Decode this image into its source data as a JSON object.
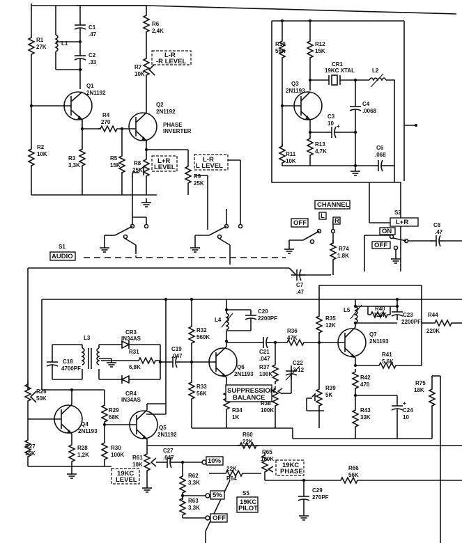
{
  "labels": {
    "r1": "R1",
    "r1v": "27K",
    "l1": "L1",
    "c1": "C1",
    "c1v": ".47",
    "c2": "C2",
    "c2v": ".33",
    "r6": "R6",
    "r6v": "2,4K",
    "box_lr_level": "L-R",
    "box_lr_level2": "-R LEVEL",
    "r7": "R7",
    "r7v": "10K",
    "q1": "Q1",
    "q1v": "2N1192",
    "q2": "Q2",
    "q2v": "2N1192",
    "phase": "PHASE",
    "inverter": "INVERTER",
    "r4": "R4",
    "r4v": "270",
    "r2": "R2",
    "r2v": "10K",
    "r3": "R3",
    "r3v": "3,3K",
    "r5": "R5",
    "r5v": "15K",
    "r8": "R8",
    "r8v": "25K",
    "box_lplusr": "L+R",
    "box_lplusr2": "LEVEL",
    "box_lminr_l": "L-R",
    "box_lminr_l2": "L LEVEL",
    "r9": "R9",
    "r9v": "25K",
    "r10": "R10",
    "r10v": "56K",
    "r12": "R12",
    "r12v": "15K",
    "cr1": "CR1",
    "cr1v": "19KC XTAL",
    "l2": "L2",
    "q3": "Q3",
    "q3v": "2N1193",
    "c3": "C3",
    "c3v": "10",
    "c4": "C4",
    "c4v": ".0068",
    "r13": "R13",
    "r13v": "4,7K",
    "r11": "R11",
    "r11v": "10K",
    "c6": "C6",
    "c6v": ".068",
    "channel": "CHANNEL",
    "ch_l": "L",
    "ch_r": "R",
    "s2": "S2",
    "box_s2": "L+R",
    "on": "ON",
    "off_s2": "OFF",
    "c8": "C8",
    "c8v": ".47",
    "s1": "S1",
    "audio": "AUDIO",
    "off_top": "OFF",
    "r74": "R74",
    "r74v": "1.8K",
    "c7": "C7",
    "c7v": ".47",
    "l3": "L3",
    "cr3": "CR3",
    "cr3v": "IN34AS",
    "r31": "R31",
    "r31v": "6,8K",
    "c18": "C18",
    "c18v": "4700PF",
    "cr4": "CR4",
    "cr4v": "IN34AS",
    "r26": "R26",
    "r26v": "50K",
    "c19": "C19",
    "c19v": ".047",
    "l4": "L4",
    "c20": "C20",
    "c20v": "2200PF",
    "r32": "R32",
    "r32v": "560K",
    "c21": "C21",
    "c21v": ".047",
    "r36": "R36",
    "r36v": "47K",
    "r35": "R35",
    "r35v": "12K",
    "l5": "L5",
    "r40": "R40",
    "r40v": "120K",
    "c23": "C23",
    "c23v": "2200PF",
    "r44": "R44",
    "r44v": "220K",
    "q7": "Q7",
    "q7v": "2N1193",
    "q6": "Q6",
    "q6v": "2N1193",
    "r37": "R37",
    "r37v": "100K",
    "c22": "C22",
    "c22v": "3-12",
    "r41": "R41",
    "r41v": "5.6K",
    "r42": "R42",
    "r42v": "470",
    "r33": "R33",
    "r33v": "56K",
    "supp1": "SUPPRESSION",
    "supp2": "BALANCE",
    "r39": "R39",
    "r39v": "5K",
    "r75": "R75",
    "r75v": "18K",
    "r38": "R38",
    "r38v": "100K",
    "r43": "R43",
    "r43v": "33K",
    "c24": "C24",
    "c24v": "10",
    "r34": "R34",
    "r34v": "1K",
    "q4": "Q4",
    "q4v": "2N1193",
    "r29": "R29",
    "r29v": "68K",
    "q5": "Q5",
    "q5v": "2N1192",
    "r27": "R27",
    "r27v": "15K",
    "r28": "R28",
    "r28v": "1,2K",
    "r30": "R30",
    "r30v": "100K",
    "r60": "R60",
    "r60v": "22K",
    "r61": "R61",
    "r61v": "10K",
    "c27": "C27",
    "c27v": ".047",
    "pct10": "10%",
    "r65": "R65",
    "r65v": "100K",
    "box_19kc1": "19KC",
    "box_19kc2": "LEVEL",
    "r62": "R62",
    "r62v": "3,3K",
    "r64v": "22K",
    "r64": "R64",
    "box_19phase1": "19KC",
    "box_19phase2": "PHASE",
    "r66": "R66",
    "r66v": "56K",
    "pct5": "5%",
    "s5": "S5",
    "pilot1": "19KC",
    "pilot2": "PILOT",
    "c29": "C29",
    "c29v": "270PF",
    "r63": "R63",
    "r63v": "3,3K",
    "off_bot": "OFF"
  }
}
